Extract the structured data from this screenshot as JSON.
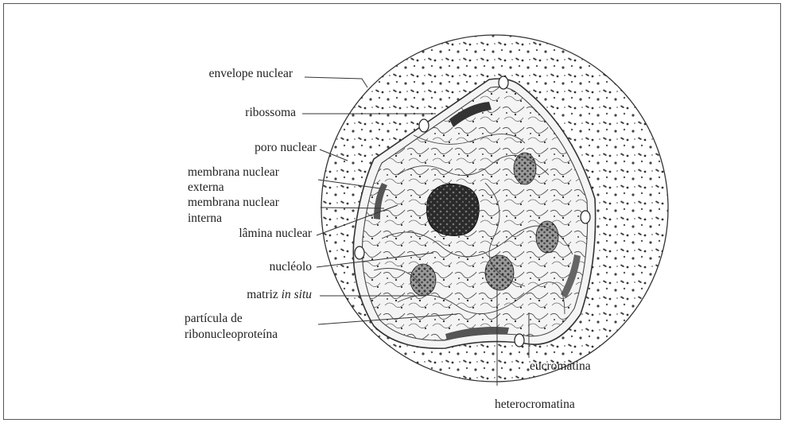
{
  "labels": {
    "envelope": "envelope nuclear",
    "ribossoma": "ribossoma",
    "poro": "poro nuclear",
    "membrana_externa_1": "membrana nuclear",
    "membrana_externa_2": "externa",
    "membrana_interna_1": "membrana nuclear",
    "membrana_interna_2": "interna",
    "lamina": "lâmina nuclear",
    "nucleolo": "nucléolo",
    "matriz": "matriz ",
    "matriz_italic": "in situ",
    "particula_1": "partícula de",
    "particula_2": "ribonucleoproteína",
    "eucromatina": "eucromatina",
    "heterocromatina": "heterocromatina"
  }
}
